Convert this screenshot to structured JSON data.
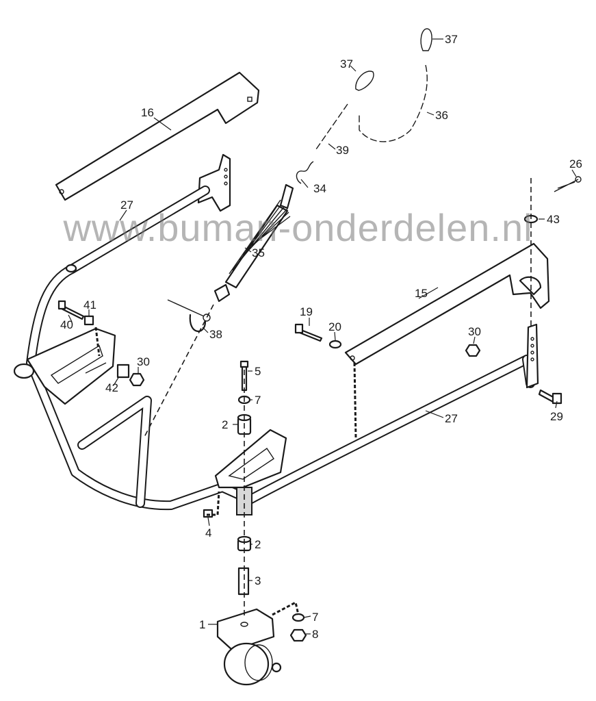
{
  "watermark": "www.buman-onderdelen.nl",
  "callouts": {
    "c1": "1",
    "c2a": "2",
    "c2b": "2",
    "c3": "3",
    "c4": "4",
    "c5": "5",
    "c7a": "7",
    "c7b": "7",
    "c8": "8",
    "c15": "15",
    "c16": "16",
    "c19": "19",
    "c20": "20",
    "c26": "26",
    "c27a": "27",
    "c27b": "27",
    "c29": "29",
    "c30a": "30",
    "c30b": "30",
    "c34": "34",
    "c35": "35",
    "c36": "36",
    "c37a": "37",
    "c37b": "37",
    "c38": "38",
    "c39": "39",
    "c40": "40",
    "c41": "41",
    "c42": "42",
    "c43": "43"
  }
}
